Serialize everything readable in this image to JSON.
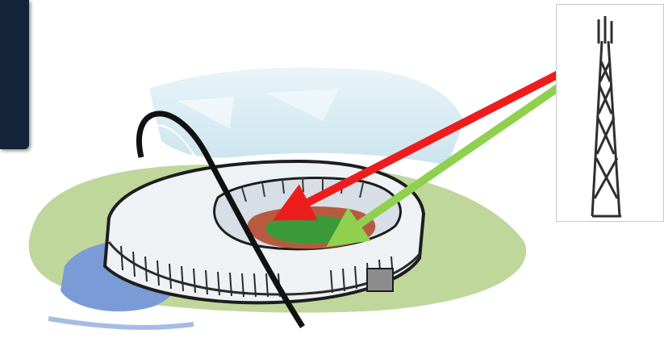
{
  "colors": {
    "background": "#ffffff",
    "dark_panel": "#13233a",
    "tower_panel_border": "#c9c9c9",
    "tower_lines": "#2f2f2f",
    "roof_glass": "#d9ecf3",
    "grass": "#b5d08b",
    "water": "#6c8fd0",
    "pitch": "#3a9a3a",
    "running_track": "#b85a40",
    "arrow_red": "#ee1d1d",
    "arrow_green": "#8fd14f"
  },
  "illustration": {
    "subject": "stadium-with-arch",
    "signal_source": "cell-tower",
    "signals": [
      {
        "name": "red-signal-arrow",
        "color": "#ee1d1d",
        "path": "outside-to-stands"
      },
      {
        "name": "green-signal-arrow",
        "color": "#8fd14f",
        "path": "outside-to-pitch"
      }
    ]
  }
}
